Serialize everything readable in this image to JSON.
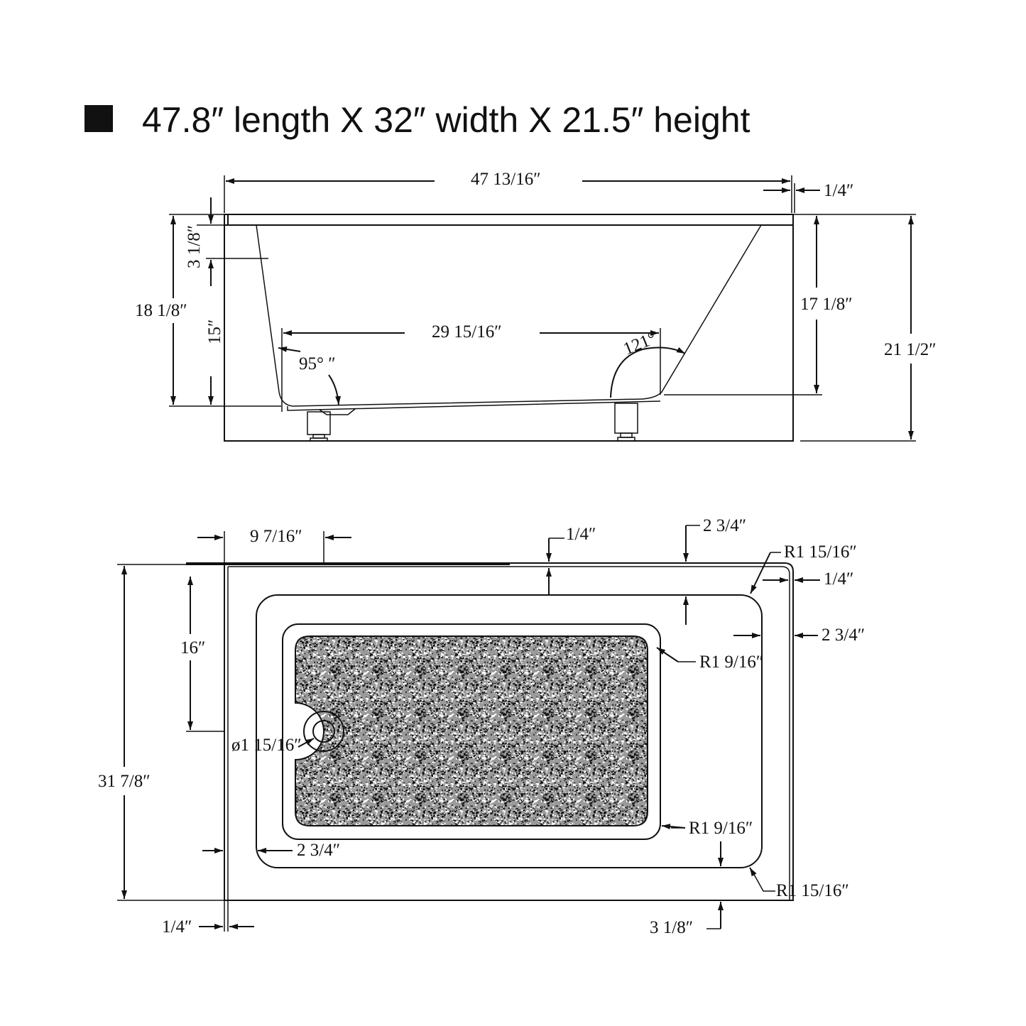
{
  "title": "47.8″ length X 32″ width X 21.5″ height",
  "colors": {
    "line": "#111111",
    "background": "#ffffff"
  },
  "side_view": {
    "overall_length": "47 13/16″",
    "rim_thickness": "1/4″",
    "rim_depth": "3 1/8″",
    "left_height": "18 1/8″",
    "inner_depth": "15″",
    "bottom_length": "29 15/16″",
    "left_angle": "95° ″",
    "right_angle": "121°",
    "right_height": "17 1/8″",
    "total_height": "21 1/2″"
  },
  "top_view": {
    "drain_offset": "9 7/16″",
    "top_wall": "1/4″",
    "top_deck": "2 3/4″",
    "outer_radius_top": "R1 15/16″",
    "right_wall": "1/4″",
    "right_deck": "2 3/4″",
    "drain_center": "16″",
    "inner_radius_top": "R1 9/16″",
    "drain_diameter": "ø1 15/16″",
    "overall_width": "31 7/8″",
    "inner_radius_bottom": "R1 9/16″",
    "left_deck": "2 3/4″",
    "outer_radius_bottom": "R1 15/16″",
    "left_wall": "1/4″",
    "bottom_deck": "3 1/8″"
  }
}
